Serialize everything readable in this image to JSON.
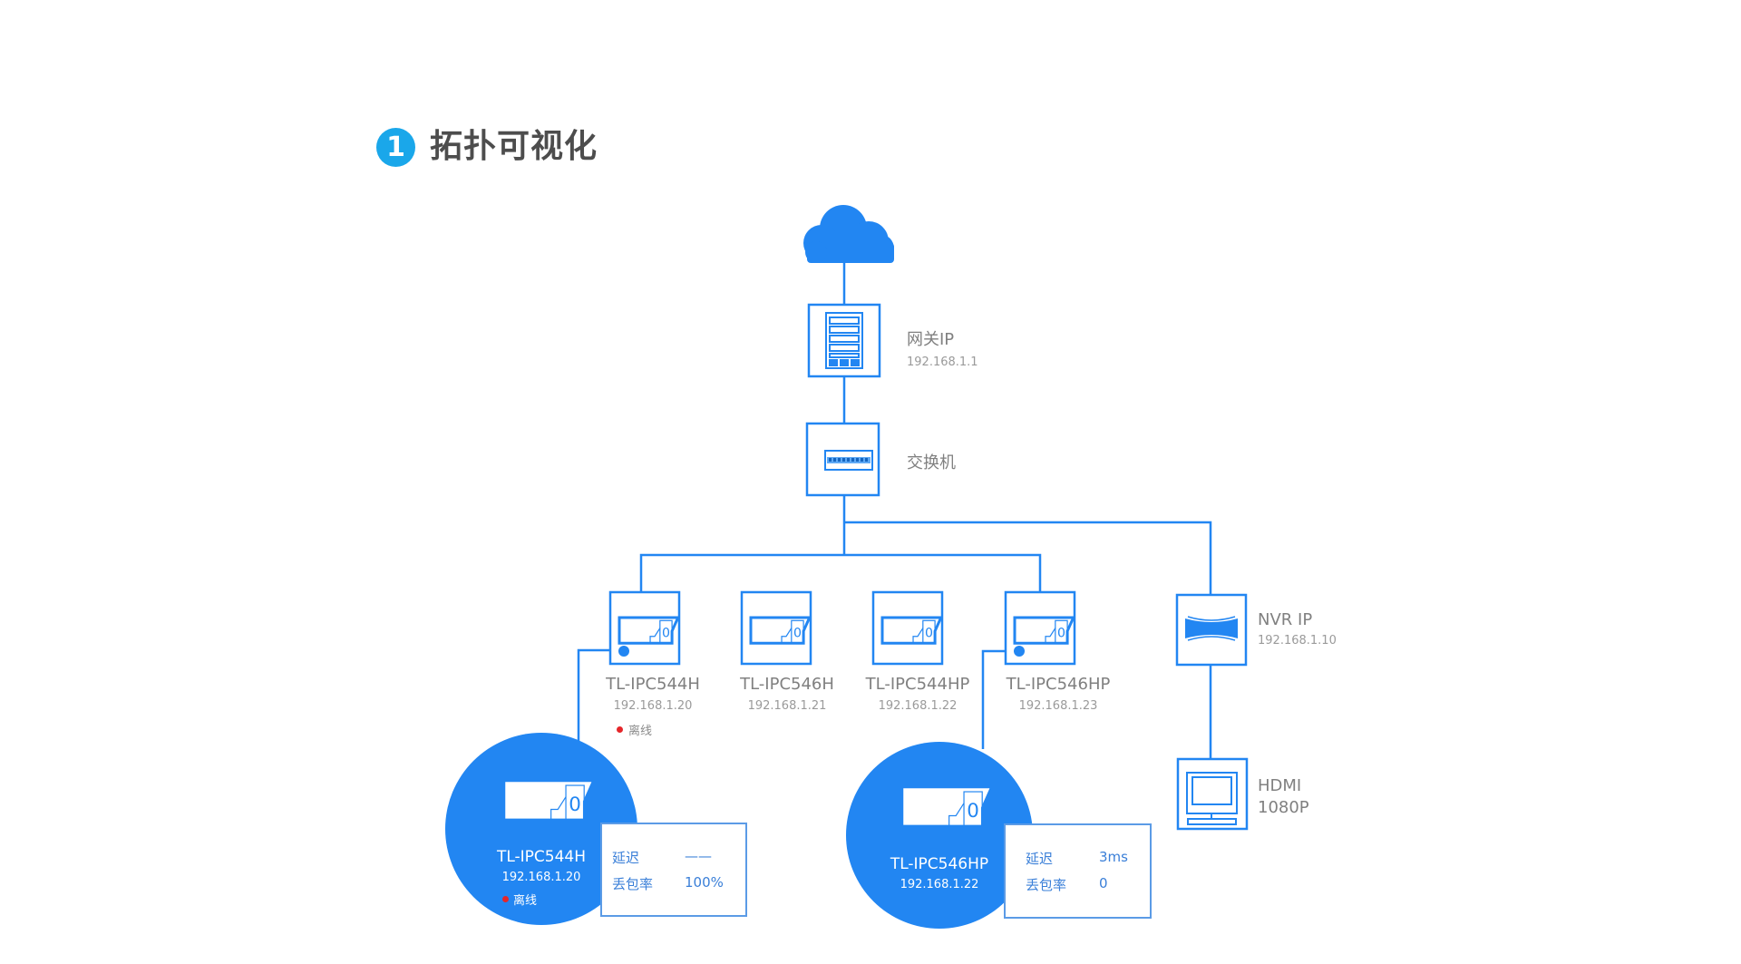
{
  "header": {
    "step_number": "1",
    "title": "拓扑可视化"
  },
  "colors": {
    "primary": "#2286f2",
    "badge": "#1aa7ea",
    "offline_dot": "#e5262a",
    "label_gray": "#808080"
  },
  "nodes": {
    "cloud": {
      "icon": "cloud-icon"
    },
    "gateway": {
      "name": "网关IP",
      "ip": "192.168.1.1",
      "icon": "server-rack-icon"
    },
    "switch": {
      "name": "交换机",
      "icon": "switch-icon"
    },
    "cameras": [
      {
        "name": "TL-IPC544H",
        "ip": "192.168.1.20",
        "status": "离线",
        "icon": "camera-icon"
      },
      {
        "name": "TL-IPC546H",
        "ip": "192.168.1.21",
        "icon": "camera-icon"
      },
      {
        "name": "TL-IPC544HP",
        "ip": "192.168.1.22",
        "icon": "camera-icon"
      },
      {
        "name": "TL-IPC546HP",
        "ip": "192.168.1.23",
        "icon": "camera-icon"
      }
    ],
    "nvr": {
      "name": "NVR IP",
      "ip": "192.168.1.10",
      "icon": "nvr-icon"
    },
    "display": {
      "line1": "HDMI",
      "line2": "1080P",
      "icon": "monitor-icon"
    }
  },
  "details": [
    {
      "name": "TL-IPC544H",
      "ip": "192.168.1.20",
      "status": "离线",
      "latency_label": "延迟",
      "latency_value": "——",
      "loss_label": "丢包率",
      "loss_value": "100%"
    },
    {
      "name": "TL-IPC546HP",
      "ip": "192.168.1.22",
      "latency_label": "延迟",
      "latency_value": "3ms",
      "loss_label": "丢包率",
      "loss_value": "0"
    }
  ]
}
